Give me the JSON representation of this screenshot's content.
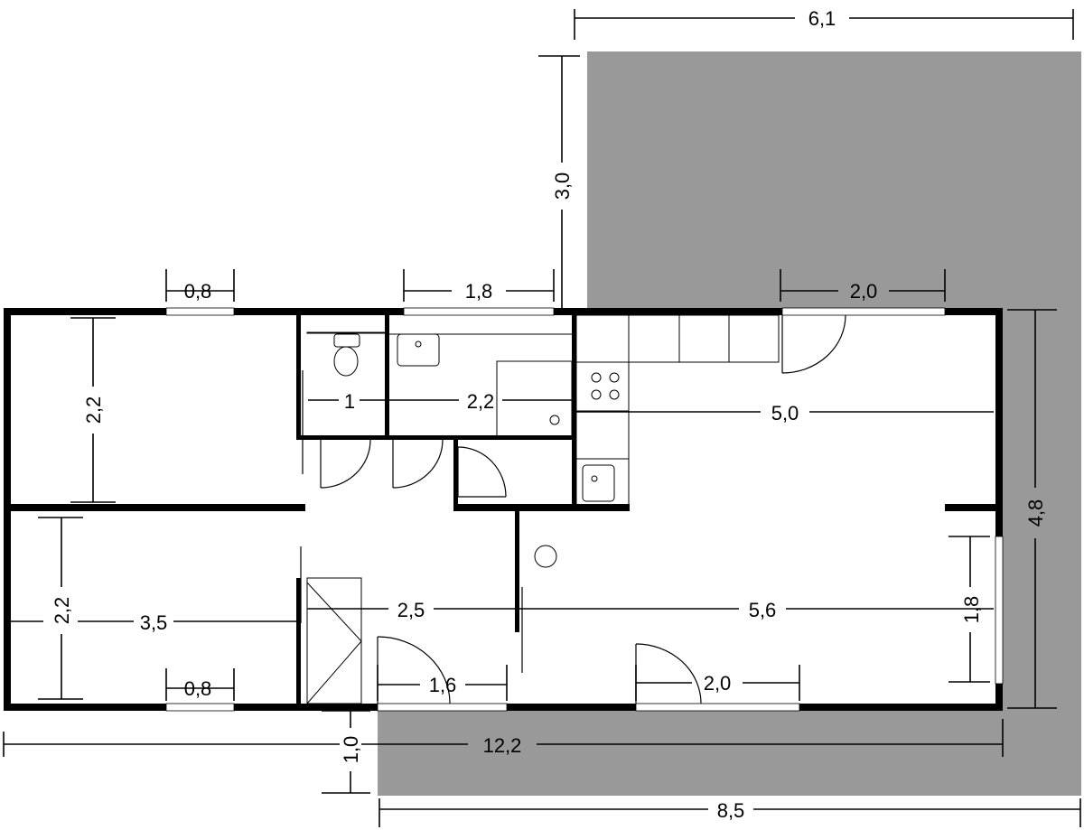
{
  "dimensions": {
    "terrace_top_width": "6,1",
    "terrace_top_depth": "3,0",
    "window_left_top": "0,8",
    "window_wc_top": "1,8",
    "door_top_right": "2,0",
    "bedroom1_depth": "2,2",
    "wc_width": "1",
    "bath_width": "2,2",
    "kitchen_width": "5,0",
    "terrace_right_depth": "4,8",
    "bedroom2_depth": "2,2",
    "bedroom2_width": "3,5",
    "hall_width": "2,5",
    "living_width": "5,6",
    "window_right": "1,8",
    "window_left_bottom": "0,8",
    "door_entrance": "1,6",
    "door_living_bottom": "2,0",
    "terrace_bottom_depth": "1,0",
    "total_length": "12,2",
    "terrace_bottom_width": "8,5"
  },
  "colors": {
    "terrace": "#999999",
    "wall": "#000000",
    "background": "#ffffff"
  }
}
